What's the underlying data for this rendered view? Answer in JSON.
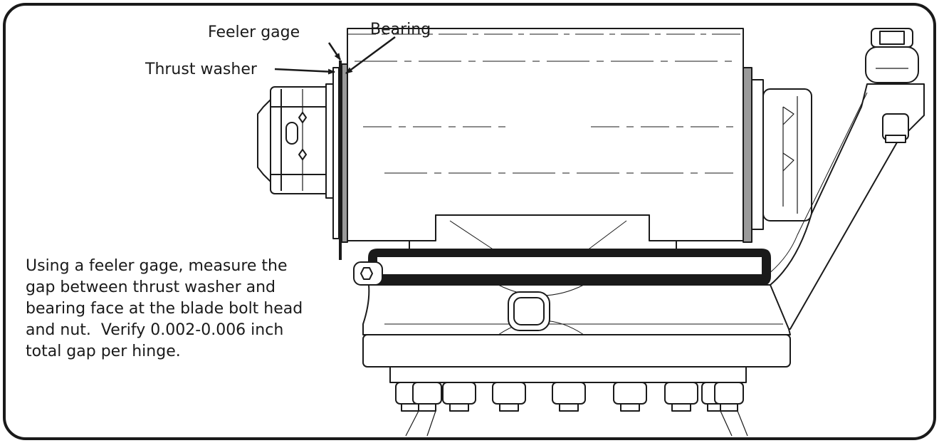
{
  "labels": {
    "feeler_gage": "Feeler gage",
    "bearing": "Bearing",
    "thrust_washer": "Thrust washer"
  },
  "caption": {
    "line1": "Using a feeler gage, measure the",
    "line2": "gap between thrust washer and",
    "line3": "bearing face at the blade bolt head",
    "line4": "and nut.  Verify 0.002-0.006 inch",
    "line5": "total gap per hinge."
  },
  "colors": {
    "ink": "#1a1a1a",
    "background": "#ffffff"
  }
}
